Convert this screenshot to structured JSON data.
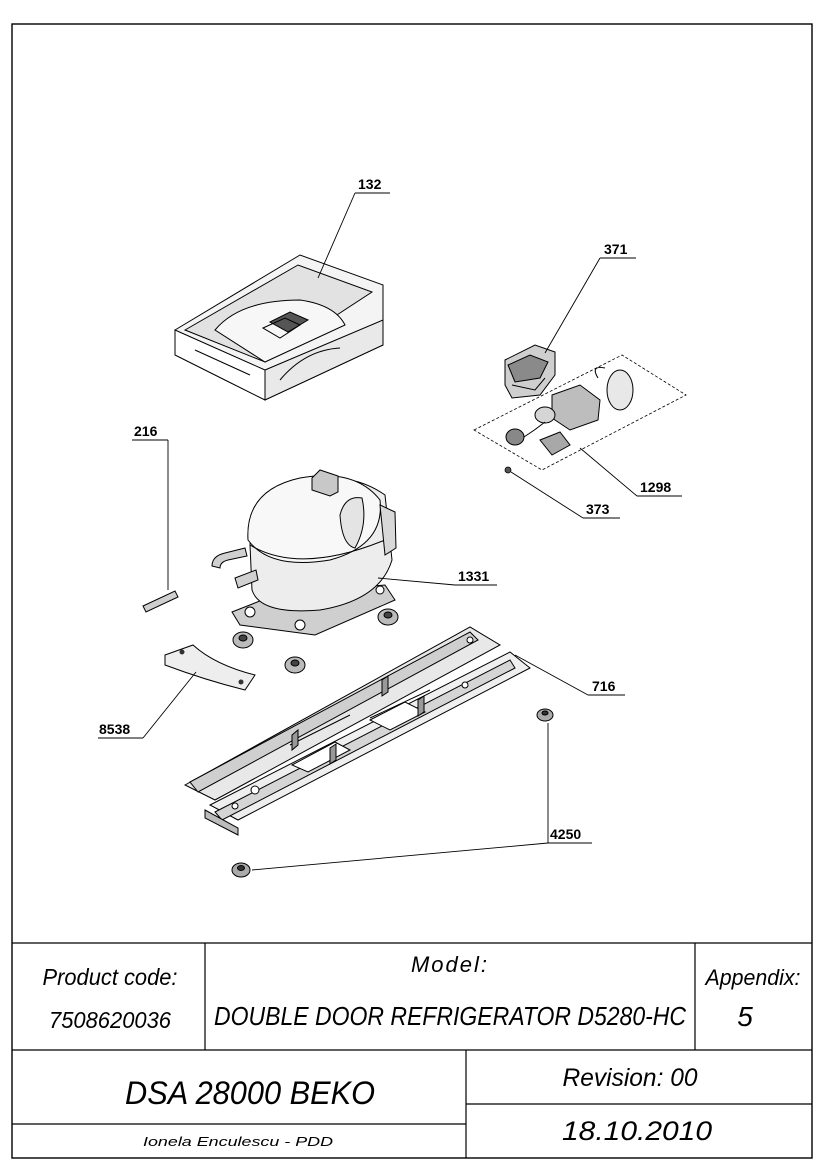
{
  "callouts": {
    "c132": "132",
    "c371": "371",
    "c216": "216",
    "c1298": "1298",
    "c373": "373",
    "c1331": "1331",
    "c716": "716",
    "c8538": "8538",
    "c4250": "4250"
  },
  "title_block": {
    "product_code_label": "Product code:",
    "product_code": "7508620036",
    "model_label": "Model:",
    "model": "DOUBLE DOOR REFRIGERATOR D5280-HC",
    "appendix_label": "Appendix:",
    "appendix": "5",
    "drawing_name": "DSA 28000 BEKO",
    "revision": "Revision: 00",
    "author": "Ionela Enculescu - PDD",
    "date": "18.10.2010"
  }
}
